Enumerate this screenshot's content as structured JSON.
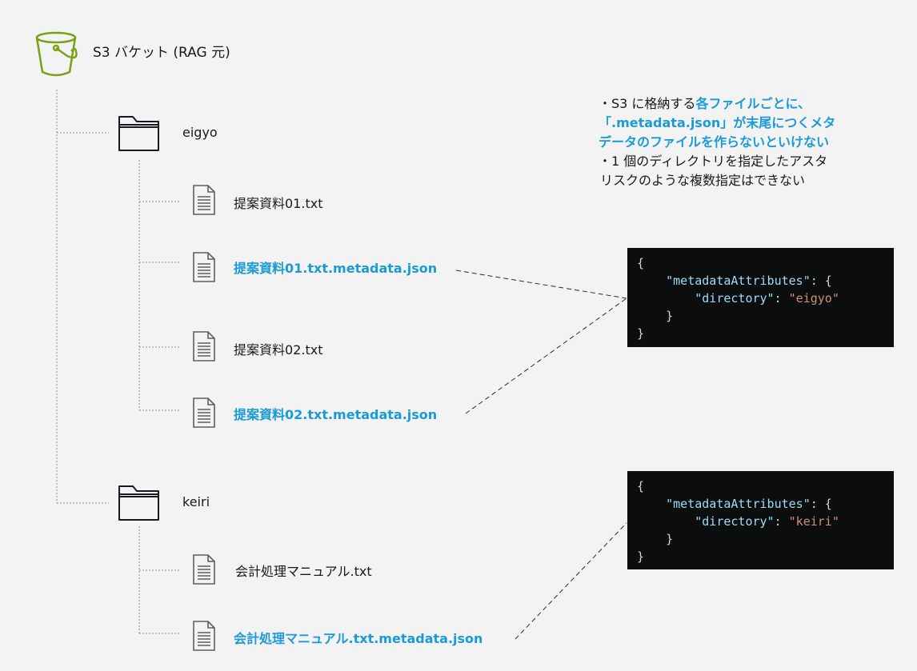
{
  "bucket": {
    "label": "S3 バケット (RAG 元)",
    "accent": "#7aa116"
  },
  "folders": [
    {
      "name": "eigyo",
      "files": [
        {
          "name": "提案資料01.txt",
          "is_metadata": false
        },
        {
          "name": "提案資料01.txt.metadata.json",
          "is_metadata": true
        },
        {
          "name": "提案資料02.txt",
          "is_metadata": false
        },
        {
          "name": "提案資料02.txt.metadata.json",
          "is_metadata": true
        }
      ]
    },
    {
      "name": "keiri",
      "files": [
        {
          "name": "会計処理マニュアル.txt",
          "is_metadata": false
        },
        {
          "name": "会計処理マニュアル.txt.metadata.json",
          "is_metadata": true
        }
      ]
    }
  ],
  "note": {
    "bullet1_prefix": "・S3 に格納する",
    "bullet1_highlight_a": "各ファイルごとに、",
    "bullet1_highlight_b": "「.metadata.json」が末尾につくメタ",
    "bullet1_highlight_c": "データのファイルを作らないといけない",
    "bullet2_a": "・1 個のディレクトリを指定したアスタ",
    "bullet2_b": "リスクのような複数指定はできない"
  },
  "code_blocks": [
    {
      "open": "{",
      "key_outer": "\"metadataAttributes\"",
      "colon": ": {",
      "key_inner": "\"directory\"",
      "sep": ": ",
      "value": "\"eigyo\"",
      "close_inner": "}",
      "close": "}"
    },
    {
      "open": "{",
      "key_outer": "\"metadataAttributes\"",
      "colon": ": {",
      "key_inner": "\"directory\"",
      "sep": ": ",
      "value": "\"keiri\"",
      "close_inner": "}",
      "close": "}"
    }
  ],
  "colors": {
    "highlight": "#1a9bd7",
    "code_bg": "#0c0d0d",
    "code_key": "#9cdcfe",
    "code_string": "#ce9178"
  }
}
